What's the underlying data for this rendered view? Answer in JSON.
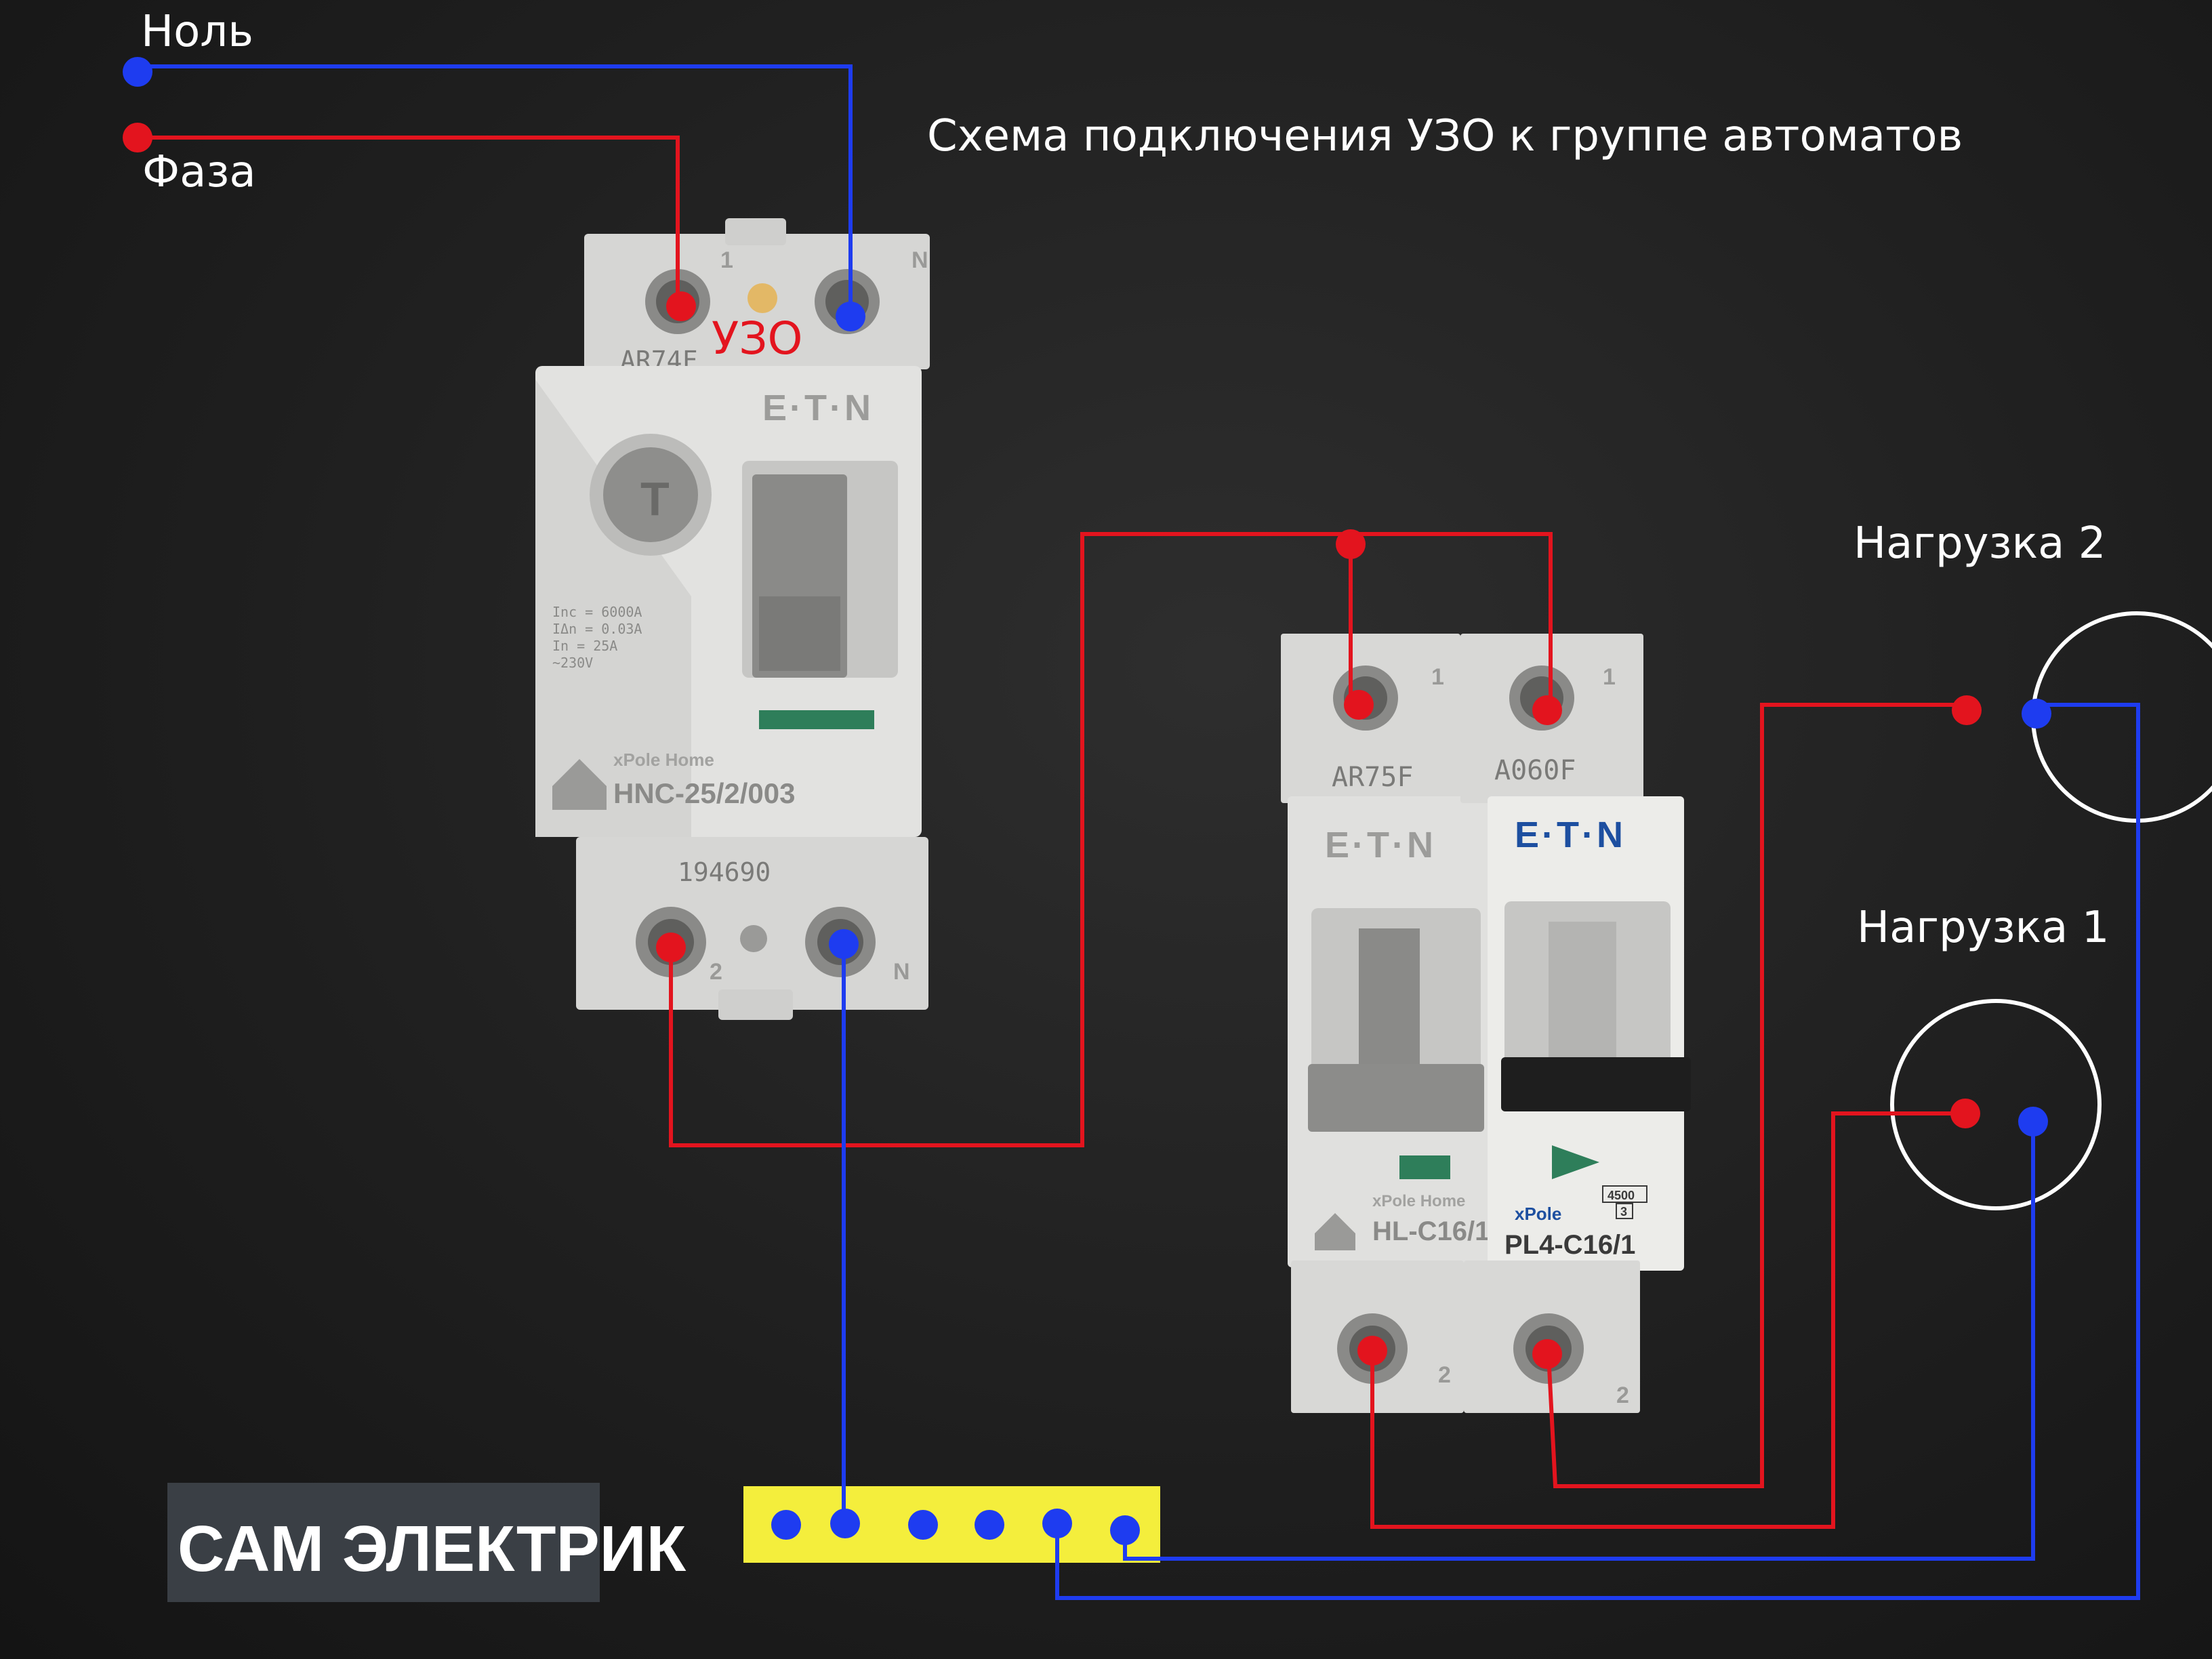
{
  "title": "Схема подключения УЗО к группе автоматов",
  "labels": {
    "neutral": "Ноль",
    "phase": "Фаза",
    "rcd": "УЗО",
    "load2": "Нагрузка 2",
    "load1": "Нагрузка 1"
  },
  "logo": "САМ ЭЛЕКТРИК",
  "rcd_device": {
    "brand": "E·T·N",
    "series": "xPole Home",
    "model": "HNC-25/2/003",
    "top_code": "AR74F",
    "serial": "194690",
    "test_button": "T",
    "specs": [
      "Inc = 6000A",
      "IΔn = 0.03A",
      "In = 25A",
      "~230V"
    ],
    "terminal_top_left": "1",
    "terminal_top_right": "N",
    "terminal_bottom_left": "2",
    "terminal_bottom_right": "N"
  },
  "breaker_1": {
    "brand": "E·T·N",
    "series": "xPole Home",
    "model": "HL-C16/1",
    "top_code": "AR75F",
    "terminal_top": "1",
    "terminal_bottom": "2"
  },
  "breaker_2": {
    "brand": "E·T·N",
    "series": "xPole",
    "model": "PL4-C16/1",
    "top_code": "A060F",
    "rating_box": "4500",
    "class_box": "3",
    "terminal_top": "1",
    "terminal_bottom": "2"
  },
  "colors": {
    "phase_wire": "#e3141e",
    "neutral_wire": "#1e3cf0",
    "neutral_bus": "#f4ee3c",
    "socket_outline": "#ffffff",
    "eaton_blue": "#1d4fa0"
  }
}
